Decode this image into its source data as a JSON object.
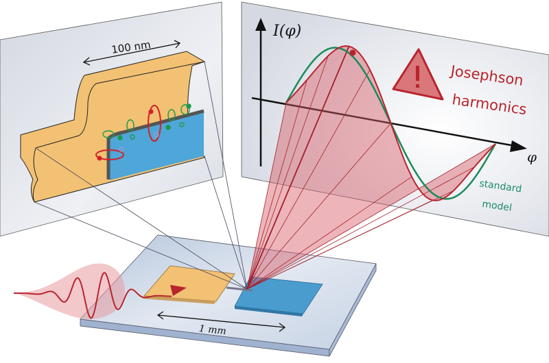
{
  "labels": {
    "nanoscale": "100 nm",
    "chip_scale": "1 mm",
    "y_axis": "I(φ)",
    "x_axis": "φ",
    "highlight": [
      "Josephson",
      "harmonics"
    ],
    "model": [
      "standard",
      "model"
    ]
  },
  "icons": {
    "warning": "warning-triangle-icon",
    "arrow": "arrow-right-icon"
  },
  "colors": {
    "gold": "#f2c173",
    "blue": "#4fa6d8",
    "red": "#c0212b",
    "green": "#1a8a5a",
    "panel": "#dfe2ea"
  }
}
